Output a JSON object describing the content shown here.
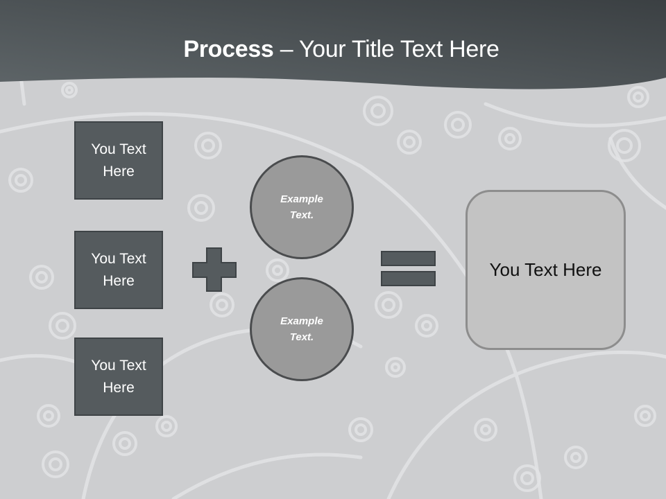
{
  "slide": {
    "title": {
      "bold": "Process",
      "rest": " – Your Title Text Here"
    },
    "colors": {
      "header_dark": "#3f4447",
      "header_light": "#5c6366",
      "background": "#cdced0",
      "ornament": "#e3e4e6",
      "box_fill": "#555b5e",
      "circle_fill": "#9a9a9a",
      "result_fill": "#c3c3c3"
    },
    "left_boxes": [
      {
        "label": "You Text Here"
      },
      {
        "label": "You Text Here"
      },
      {
        "label": "You Text Here"
      }
    ],
    "operators": {
      "plus_icon": "plus-sign",
      "equals_icon": "equals-sign"
    },
    "circles": [
      {
        "label": "Example Text."
      },
      {
        "label": "Example Text."
      }
    ],
    "result_box": {
      "label": "You Text Here"
    }
  }
}
